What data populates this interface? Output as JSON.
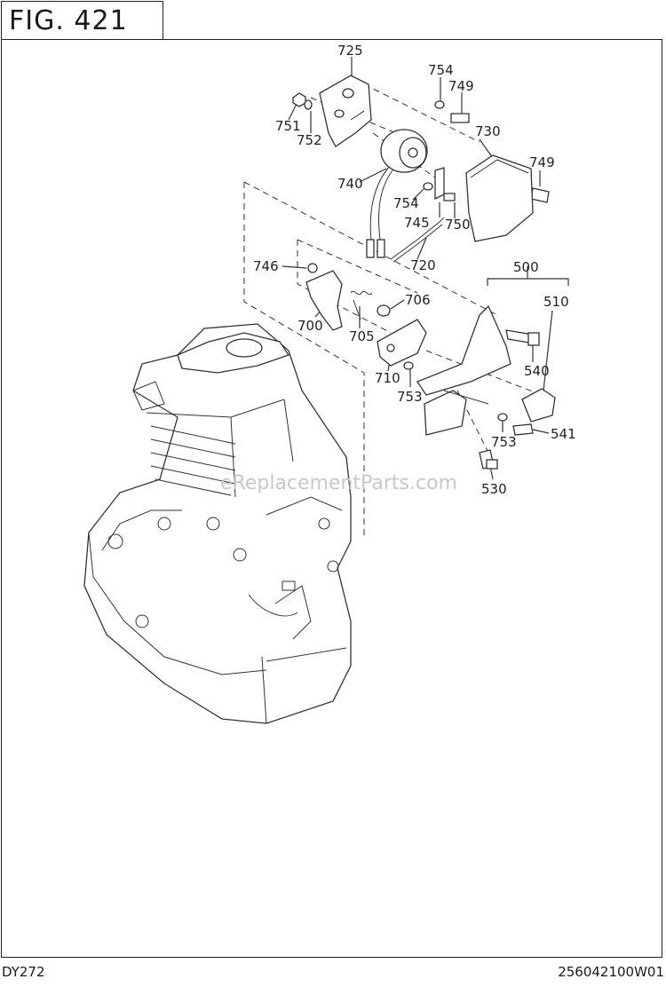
{
  "figure": {
    "title": "FIG. 421"
  },
  "footer": {
    "model": "DY272",
    "doc_number": "256042100W01"
  },
  "watermark": "eReplacementParts.com",
  "callouts": [
    {
      "id": "l725",
      "text": "725"
    },
    {
      "id": "l754a",
      "text": "754"
    },
    {
      "id": "l749a",
      "text": "749"
    },
    {
      "id": "l751",
      "text": "751"
    },
    {
      "id": "l752",
      "text": "752"
    },
    {
      "id": "l730",
      "text": "730"
    },
    {
      "id": "l749b",
      "text": "749"
    },
    {
      "id": "l740",
      "text": "740"
    },
    {
      "id": "l754b",
      "text": "754"
    },
    {
      "id": "l745",
      "text": "745"
    },
    {
      "id": "l750",
      "text": "750"
    },
    {
      "id": "l720",
      "text": "720"
    },
    {
      "id": "l746",
      "text": "746"
    },
    {
      "id": "l500",
      "text": "500"
    },
    {
      "id": "l706",
      "text": "706"
    },
    {
      "id": "l510",
      "text": "510"
    },
    {
      "id": "l700",
      "text": "700"
    },
    {
      "id": "l705",
      "text": "705"
    },
    {
      "id": "l540",
      "text": "540"
    },
    {
      "id": "l710",
      "text": "710"
    },
    {
      "id": "l753a",
      "text": "753"
    },
    {
      "id": "l753b",
      "text": "753"
    },
    {
      "id": "l541",
      "text": "541"
    },
    {
      "id": "l530",
      "text": "530"
    }
  ]
}
